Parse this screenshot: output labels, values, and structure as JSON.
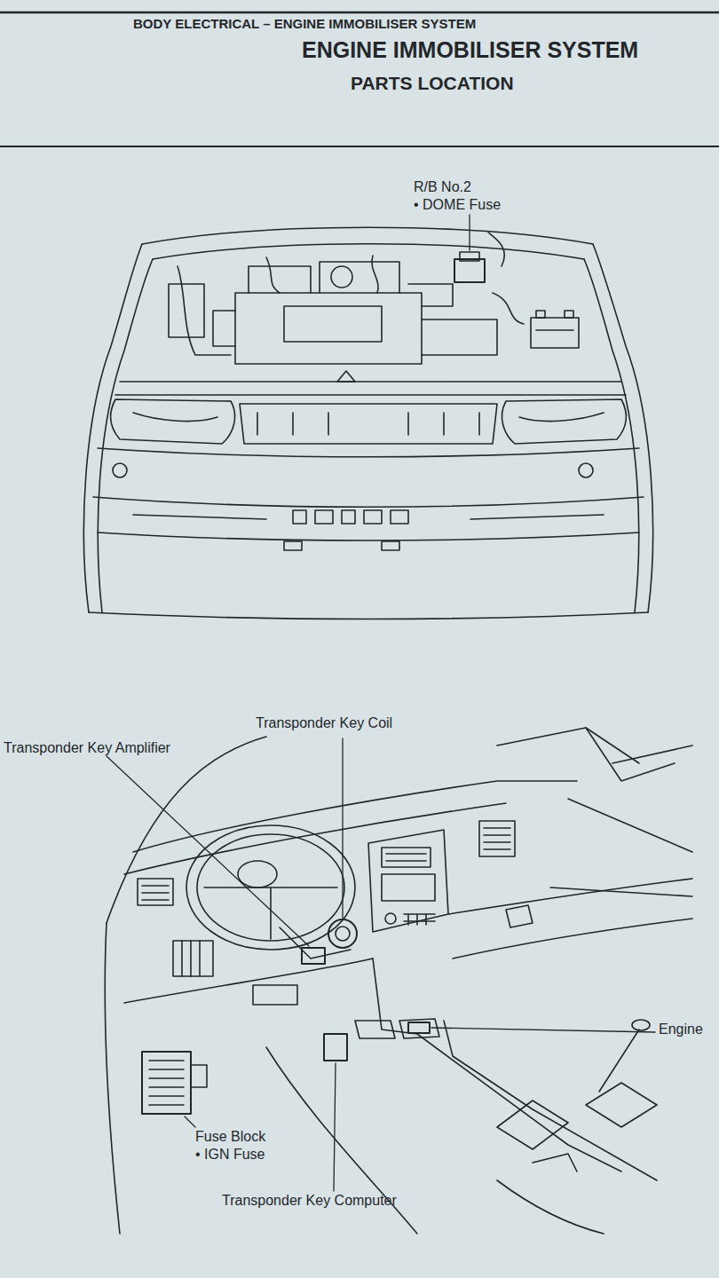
{
  "diagram": {
    "title": "ENGINE IMMOBILISER SYSTEM",
    "labels": [
      "BODY ELECTRICAL – ENGINE IMMOBILISER SYSTEM",
      "PARTS LOCATION",
      "R/B No.2",
      "• DOME Fuse",
      "Transponder Key Coil",
      "Transponder Key Amplifier",
      "Engine",
      "Fuse Block",
      "• IGN Fuse",
      "Transponder Key Computer"
    ]
  }
}
